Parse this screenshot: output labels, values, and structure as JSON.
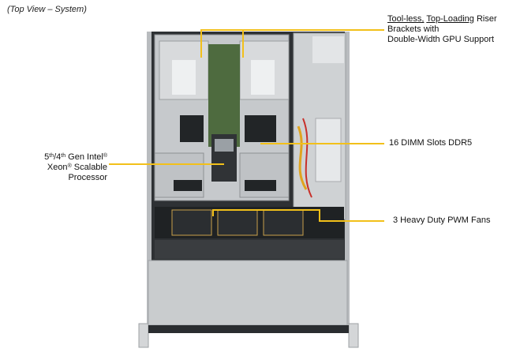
{
  "view_label": "(Top View – System)",
  "callouts": {
    "riser": {
      "part1": "Tool-less,",
      "part2": "Top-Loading",
      "part3": "Riser",
      "line2": "Brackets with",
      "line3": "Double-Width GPU Support"
    },
    "dimm": "16 DIMM Slots DDR5",
    "cpu": {
      "n1": "5",
      "sup1": "th",
      "sep": "/4",
      "sup2": "th",
      "rest1": " Gen Intel",
      "reg1": "®",
      "brand": "Xeon",
      "reg2": "®",
      "rest2": " Scalable Processor"
    },
    "fans": "3 Heavy Duty PWM Fans"
  },
  "colors": {
    "callout_line": "#f2c01a",
    "chassis": "#c9ccce",
    "chassis_dark": "#3a3d40",
    "board": "#4e6b3f"
  }
}
